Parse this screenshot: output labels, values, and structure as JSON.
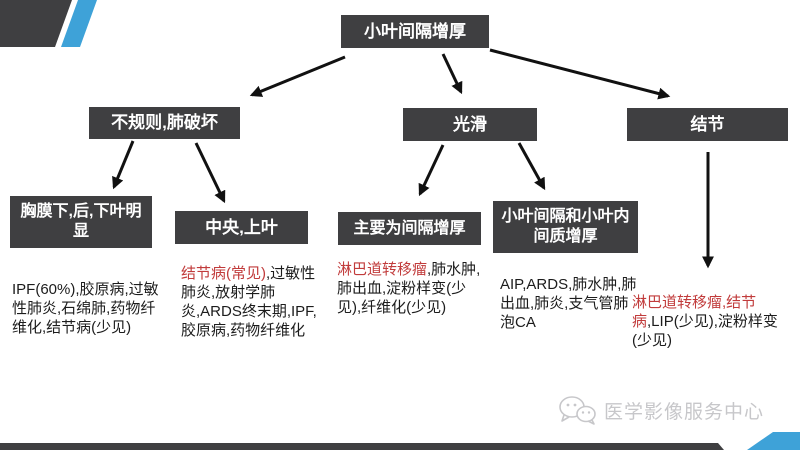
{
  "slide": {
    "title": "小叶间隔增厚",
    "watermark": {
      "label": "医学影像服务中心",
      "icon": "wechat-icon"
    }
  },
  "colors": {
    "node_background": "#3f3f41",
    "node_text": "#ffffff",
    "accent_blue": "#3ea2d8",
    "highlight_red": "#c13b3b",
    "body_text": "#1c1c1c",
    "watermark_gray": "#c7c7ca"
  },
  "nodes": {
    "root": "小叶间隔增厚",
    "irregular": "不规则,肺破坏",
    "smooth": "光滑",
    "nodular": "结节",
    "subpleural": "胸膜下,后,下叶明显",
    "central": "中央,上叶",
    "septal": "主要为间隔增厚",
    "intralobular": "小叶间隔和小叶内间质增厚"
  },
  "notes": {
    "subpleural": {
      "black": "IPF(60%),胶原病,过敏性肺炎,石绵肺,药物纤维化,结节病(少见)"
    },
    "central": {
      "red": "结节病(常见)",
      "black": ",过敏性肺炎,放射学肺炎,ARDS终末期,IPF,胶原病,药物纤维化"
    },
    "septal": {
      "red": "淋巴道转移瘤",
      "black": ",肺水肿,肺出血,淀粉样变(少见),纤维化(少见)"
    },
    "intralobular": {
      "black": "AIP,ARDS,肺水肿,肺出血,肺炎,支气管肺泡CA"
    },
    "nodular": {
      "red": "淋巴道转移瘤,结节病",
      "black": ",LIP(少见),淀粉样变(少见)"
    }
  },
  "edges": [
    [
      "root",
      "irregular"
    ],
    [
      "root",
      "smooth"
    ],
    [
      "root",
      "nodular"
    ],
    [
      "irregular",
      "subpleural"
    ],
    [
      "irregular",
      "central"
    ],
    [
      "smooth",
      "septal"
    ],
    [
      "smooth",
      "intralobular"
    ],
    [
      "nodular",
      "nodular-note"
    ]
  ]
}
